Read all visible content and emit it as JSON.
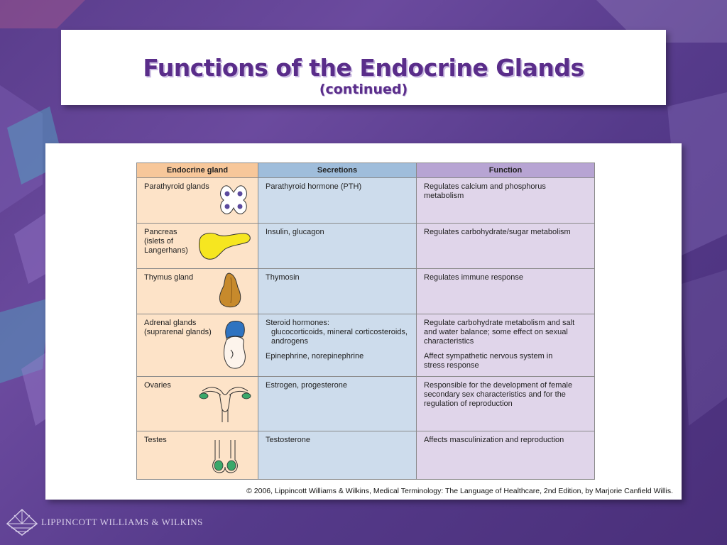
{
  "slide": {
    "title": "Functions of the Endocrine Glands",
    "subtitle": "(continued)"
  },
  "table": {
    "headers": [
      "Endocrine gland",
      "Secretions",
      "Function"
    ],
    "header_colors": [
      "#f7c79a",
      "#9fbddb",
      "#b7a4d3"
    ],
    "rows": [
      {
        "gland": [
          "Parathyroid glands"
        ],
        "secretions": [
          [
            "Parathyroid hormone (PTH)"
          ]
        ],
        "function": [
          [
            "Regulates calcium and phosphorus metabolism"
          ]
        ]
      },
      {
        "gland": [
          "Pancreas",
          "(islets of",
          "Langerhans)"
        ],
        "secretions": [
          [
            "Insulin, glucagon"
          ]
        ],
        "function": [
          [
            "Regulates carbohydrate/sugar metabolism"
          ]
        ]
      },
      {
        "gland": [
          "Thymus gland"
        ],
        "secretions": [
          [
            "Thymosin"
          ]
        ],
        "function": [
          [
            "Regulates immune response"
          ]
        ]
      },
      {
        "gland": [
          "Adrenal glands",
          "(suprarenal glands)"
        ],
        "secretions": [
          [
            "Steroid hormones:",
            "glucocorticoids, mineral corticosteroids,",
            "androgens"
          ],
          [
            "Epinephrine, norepinephrine"
          ]
        ],
        "function": [
          [
            "Regulate carbohydrate metabolism and salt",
            "and water balance; some effect on sexual",
            "characteristics"
          ],
          [
            "Affect sympathetic nervous system in",
            "stress response"
          ]
        ]
      },
      {
        "gland": [
          "Ovaries"
        ],
        "secretions": [
          [
            "Estrogen, progesterone"
          ]
        ],
        "function": [
          [
            "Responsible for the development of female",
            "secondary sex characteristics and for the",
            "regulation of reproduction"
          ]
        ]
      },
      {
        "gland": [
          "Testes"
        ],
        "secretions": [
          [
            "Testosterone"
          ]
        ],
        "function": [
          [
            "Affects masculinization and reproduction"
          ]
        ]
      }
    ]
  },
  "copyright": "© 2006, Lippincott Williams & Wilkins, Medical Terminology: The Language of Healthcare, 2nd Edition, by Marjorie Canfield Willis.",
  "footer": {
    "logo_text": "LIPPINCOTT WILLIAMS & WILKINS"
  },
  "icons": [
    "parathyroid-icon",
    "pancreas-icon",
    "thymus-icon",
    "adrenal-icon",
    "ovaries-icon",
    "testes-icon",
    "lww-logo-icon"
  ]
}
